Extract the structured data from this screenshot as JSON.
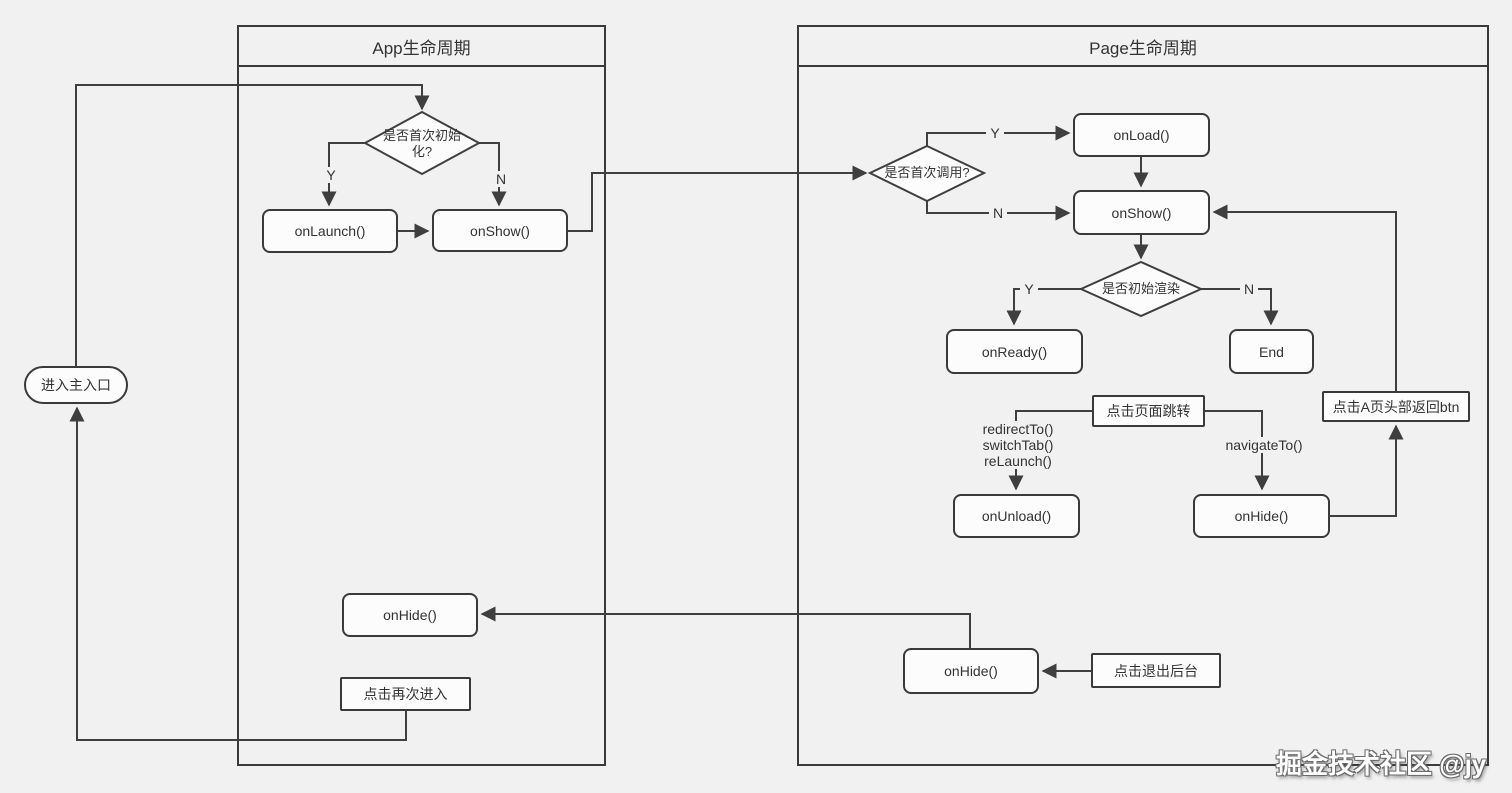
{
  "colors": {
    "background": "#f1f1f1",
    "line": "#3f3f3f",
    "box_fill": "#fcfcfc",
    "box_border": "#3a3a3a",
    "text": "#333333"
  },
  "containers": {
    "app": {
      "title": "App生命周期"
    },
    "page": {
      "title": "Page生命周期"
    }
  },
  "nodes": {
    "entry": {
      "label": "进入主入口"
    },
    "app_init_decision": {
      "label": "是否首次初始化?"
    },
    "on_launch": {
      "label": "onLaunch()"
    },
    "app_on_show": {
      "label": "onShow()"
    },
    "app_on_hide": {
      "label": "onHide()"
    },
    "reenter": {
      "label": "点击再次进入"
    },
    "page_first_call_decision": {
      "label": "是否首次调用?"
    },
    "on_load": {
      "label": "onLoad()"
    },
    "page_on_show": {
      "label": "onShow()"
    },
    "initial_render_decision": {
      "label": "是否初始渲染"
    },
    "on_ready": {
      "label": "onReady()"
    },
    "end": {
      "label": "End"
    },
    "page_jump": {
      "label": "点击页面跳转"
    },
    "on_unload": {
      "label": "onUnload()"
    },
    "nav_on_hide": {
      "label": "onHide()"
    },
    "back_btn": {
      "label": "点击A页头部返回btn"
    },
    "bottom_on_hide": {
      "label": "onHide()"
    },
    "exit_background": {
      "label": "点击退出后台"
    }
  },
  "edge_labels": {
    "app_yes": "Y",
    "app_no": "N",
    "page_yes": "Y",
    "page_no": "N",
    "render_yes": "Y",
    "render_no": "N",
    "jump_methods": [
      "redirectTo()",
      "switchTab()",
      "reLaunch()"
    ],
    "navigate_to": "navigateTo()"
  },
  "watermark": "掘金技术社区 @jy"
}
